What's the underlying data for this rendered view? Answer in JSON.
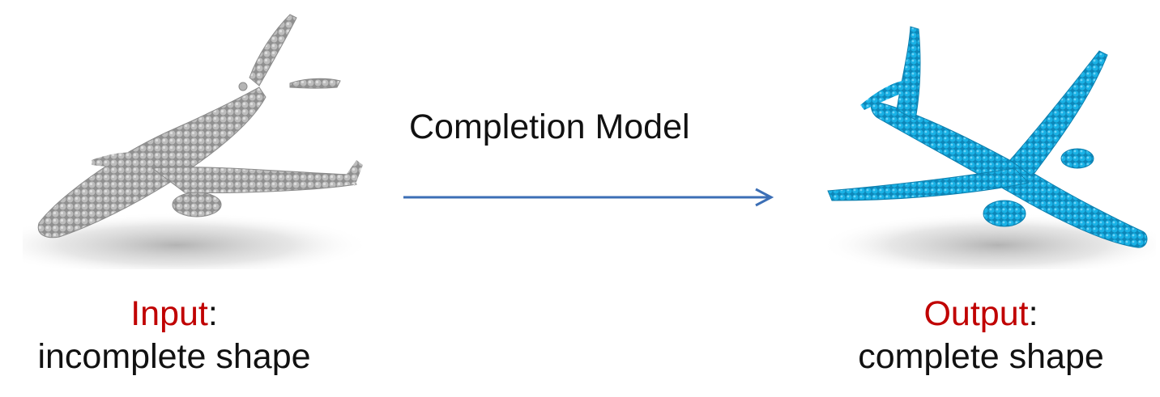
{
  "arrow": {
    "label": "Completion Model",
    "color": "#3c6fb6"
  },
  "input": {
    "term": "Input",
    "colon": ":",
    "description": "incomplete shape",
    "shape_color": "#a6a6a6",
    "shape_icon": "airplane-point-cloud-partial"
  },
  "output": {
    "term": "Output",
    "colon": ":",
    "description": "complete shape",
    "shape_color": "#19b2e6",
    "shape_icon": "airplane-point-cloud-complete"
  },
  "term_color": "#c00000"
}
